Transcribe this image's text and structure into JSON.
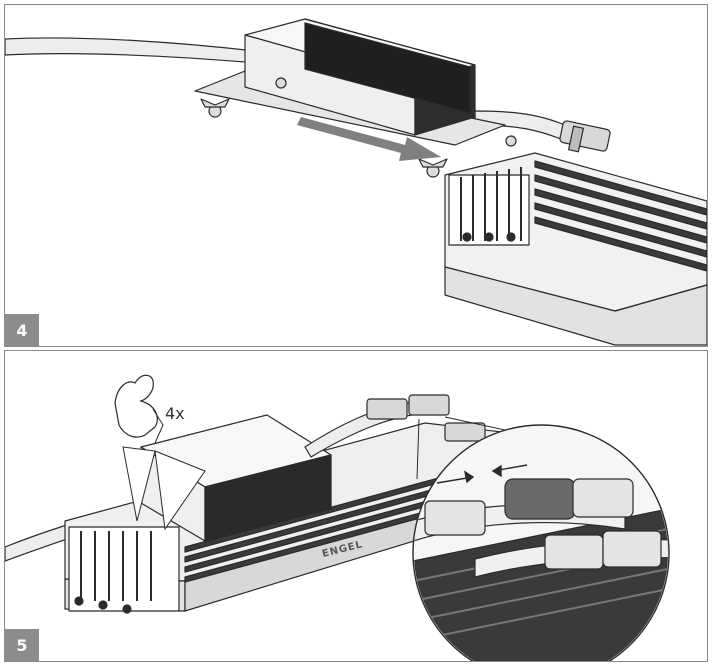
{
  "steps": [
    {
      "number": "4"
    },
    {
      "number": "5"
    }
  ],
  "annotations": {
    "repeat_count": "4x",
    "brand_logo_text": "ENGEL"
  },
  "colors": {
    "outline": "#2b2b2b",
    "arrow_fill": "#808080",
    "badge": "#8c8c8c",
    "fin_dark": "#3a3a3a",
    "metal": "#f2f2f2"
  },
  "icons": [
    "flexed-arm-icon",
    "slide-arrow-icon",
    "push-together-arrows-icon",
    "magnifier-circle"
  ]
}
